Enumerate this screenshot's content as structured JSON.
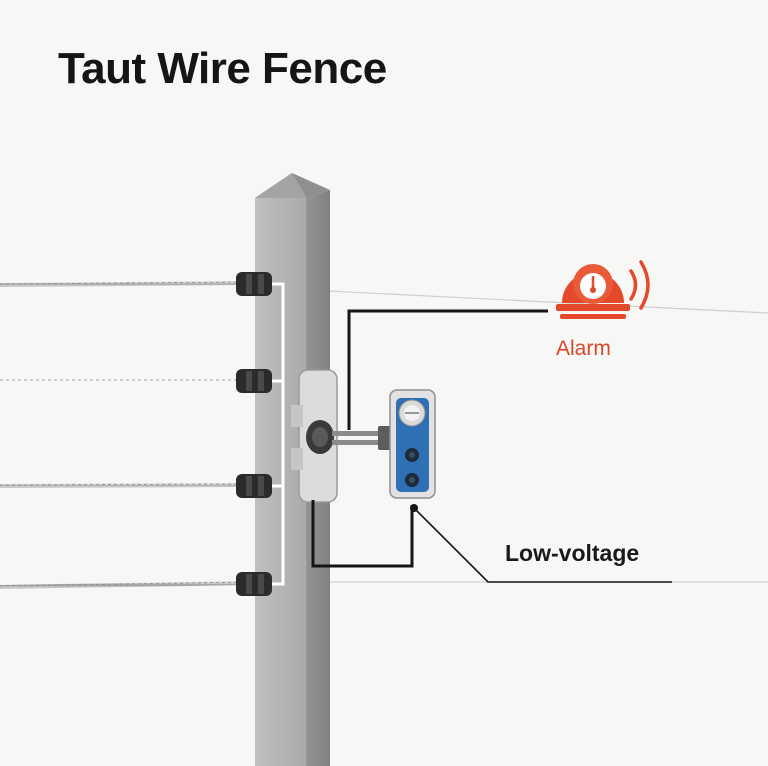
{
  "title": "Taut Wire Fence",
  "labels": {
    "alarm": "Alarm",
    "low_voltage": "Low-voltage"
  },
  "colors": {
    "alarm_red": "#e4492b",
    "sensor_blue": "#2f6fb4",
    "post_grey": "#a9aaab",
    "wire_grey": "#b9b9b9"
  },
  "icons": {
    "alarm": "alarm-siren-icon",
    "sensor": "sensor-unit-icon"
  }
}
